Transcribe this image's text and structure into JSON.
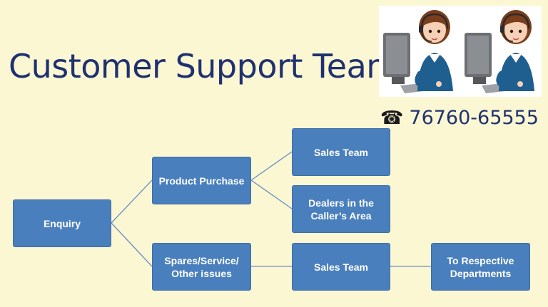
{
  "title": "Customer Support Team",
  "phone": "76760-65555",
  "icons": {
    "phone": "telephone-icon",
    "agents": "support-agents-illustration"
  },
  "colors": {
    "background": "#fbf7d2",
    "title": "#1f3170",
    "node": "#4a7fbe",
    "line": "#6b8fc4"
  },
  "nodes": {
    "enquiry": "Enquiry",
    "product_purchase": "Product Purchase",
    "spares_service": "Spares/Service/ Other issues",
    "sales_team_1": "Sales Team",
    "dealers": "Dealers in the Caller’s Area",
    "sales_team_2": "Sales Team",
    "departments": "To Respective Departments"
  }
}
